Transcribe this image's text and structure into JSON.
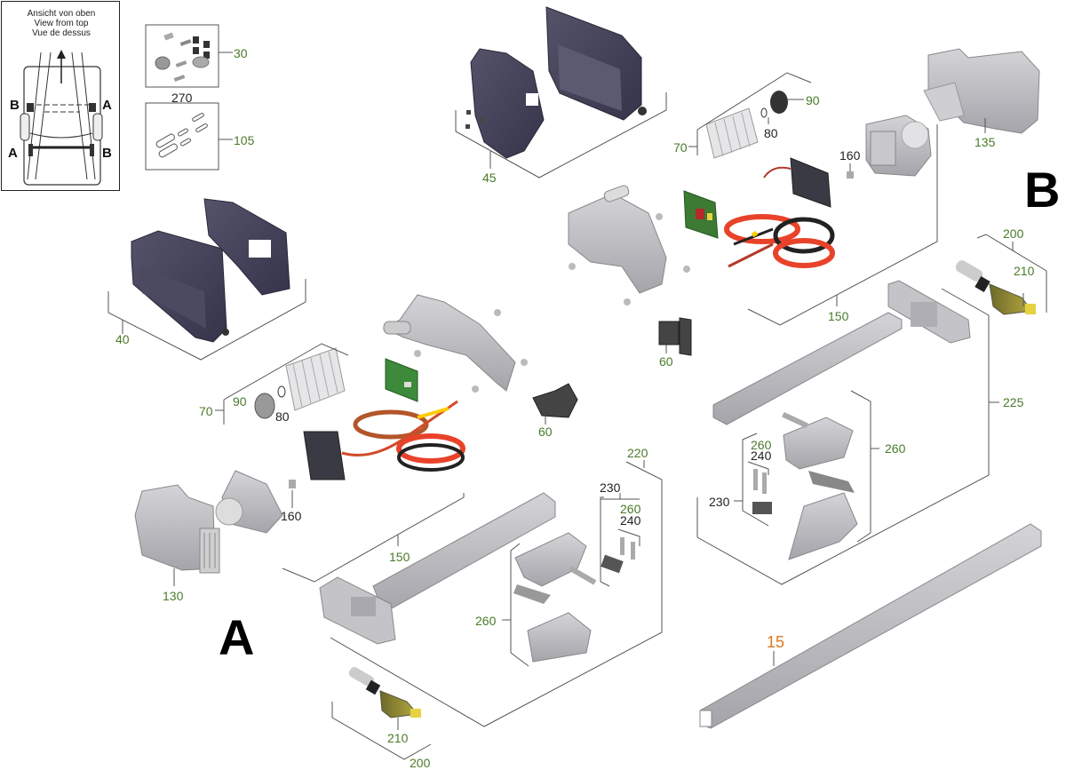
{
  "inset": {
    "line1": "Ansicht von oben",
    "line2": "View from top",
    "line3": "Vue de dessus",
    "markers": {
      "top_left": "B",
      "top_right": "A",
      "bottom_left": "A",
      "bottom_right": "B"
    }
  },
  "assemblies": {
    "left": "A",
    "right": "B"
  },
  "callouts": {
    "p30": "30",
    "p270": "270",
    "p105": "105",
    "p45": "45",
    "p40": "40",
    "p90_b": "90",
    "p80_b": "80",
    "p70_b": "70",
    "p160_b": "160",
    "p135": "135",
    "p150_b": "150",
    "p60_b": "60",
    "p200_b": "200",
    "p210_b": "210",
    "p225": "225",
    "p260_b_right": "260",
    "p260_b_small": "260",
    "p240_b": "240",
    "p230_b": "230",
    "p70_a": "70",
    "p90_a": "90",
    "p80_a": "80",
    "p60_a": "60",
    "p160_a": "160",
    "p130": "130",
    "p150_a": "150",
    "p220": "220",
    "p230_a": "230",
    "p260_a_small": "260",
    "p240_a": "240",
    "p260_a_left": "260",
    "p210_a": "210",
    "p200_a": "200",
    "p15": "15"
  },
  "colors": {
    "label_green": "#4a7a2a",
    "label_black": "#222222",
    "label_orange": "#e07820",
    "housing_dark": "#3f3d52",
    "metal_grey": "#b9b9bd",
    "wire_red": "#e8432a",
    "pcb_green": "#3d8a3a"
  }
}
